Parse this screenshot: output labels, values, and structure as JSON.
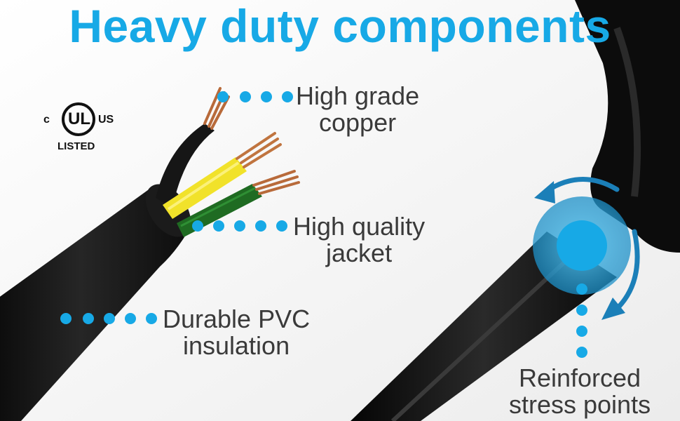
{
  "headline": "Heavy duty components",
  "callouts": {
    "copper": {
      "line1": "High grade",
      "line2": "copper"
    },
    "jacket": {
      "line1": "High quality",
      "line2": "jacket"
    },
    "insulation": {
      "line1": "Durable PVC",
      "line2": "insulation"
    },
    "stress": {
      "line1": "Reinforced",
      "line2": "stress points"
    }
  },
  "ul_mark": {
    "c": "c",
    "ul": "UL",
    "us": "US",
    "listed": "LISTED"
  },
  "icons": [
    "ul-listed-logo-icon",
    "rotate-arrows-icon"
  ],
  "colors": {
    "accent": "#17a9e6",
    "label_text": "#3a3a3a",
    "cable": "#151515",
    "wire_yellow": "#f1e22a",
    "wire_green": "#1f6b22",
    "copper": "#b86a3a"
  }
}
